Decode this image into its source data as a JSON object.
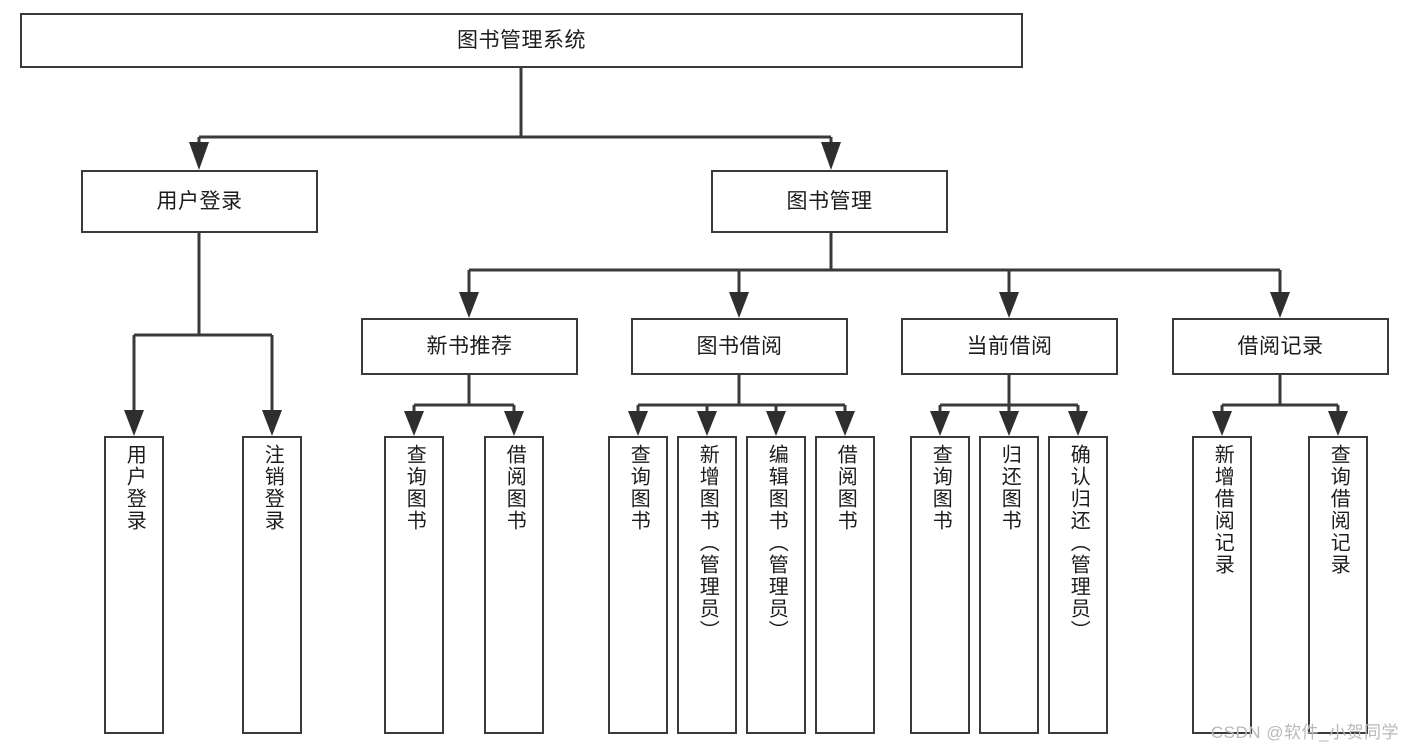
{
  "diagram": {
    "title": "图书管理系统",
    "type": "hierarchy-tree",
    "root": {
      "label": "图书管理系统"
    },
    "level2": [
      {
        "label": "用户登录"
      },
      {
        "label": "图书管理"
      }
    ],
    "level3": [
      {
        "label": "新书推荐"
      },
      {
        "label": "图书借阅"
      },
      {
        "label": "当前借阅"
      },
      {
        "label": "借阅记录"
      }
    ],
    "leaves": {
      "user_login": [
        {
          "label": "用户登录"
        },
        {
          "label": "注销登录"
        }
      ],
      "new_book_recommend": [
        {
          "label": "查询图书"
        },
        {
          "label": "借阅图书"
        }
      ],
      "book_borrow": [
        {
          "label": "查询图书"
        },
        {
          "label": "新增图书（管理员）"
        },
        {
          "label": "编辑图书（管理员）"
        },
        {
          "label": "借阅图书"
        }
      ],
      "current_borrow": [
        {
          "label": "查询图书"
        },
        {
          "label": "归还图书"
        },
        {
          "label": "确认归还（管理员）"
        }
      ],
      "borrow_record": [
        {
          "label": "新增借阅记录"
        },
        {
          "label": "查询借阅记录"
        }
      ]
    },
    "watermark": "CSDN @软件_小贺同学",
    "colors": {
      "stroke": "#3a3a3a",
      "fill": "#ffffff",
      "text": "#1c1c1c",
      "watermark": "#b9b9b9"
    }
  }
}
